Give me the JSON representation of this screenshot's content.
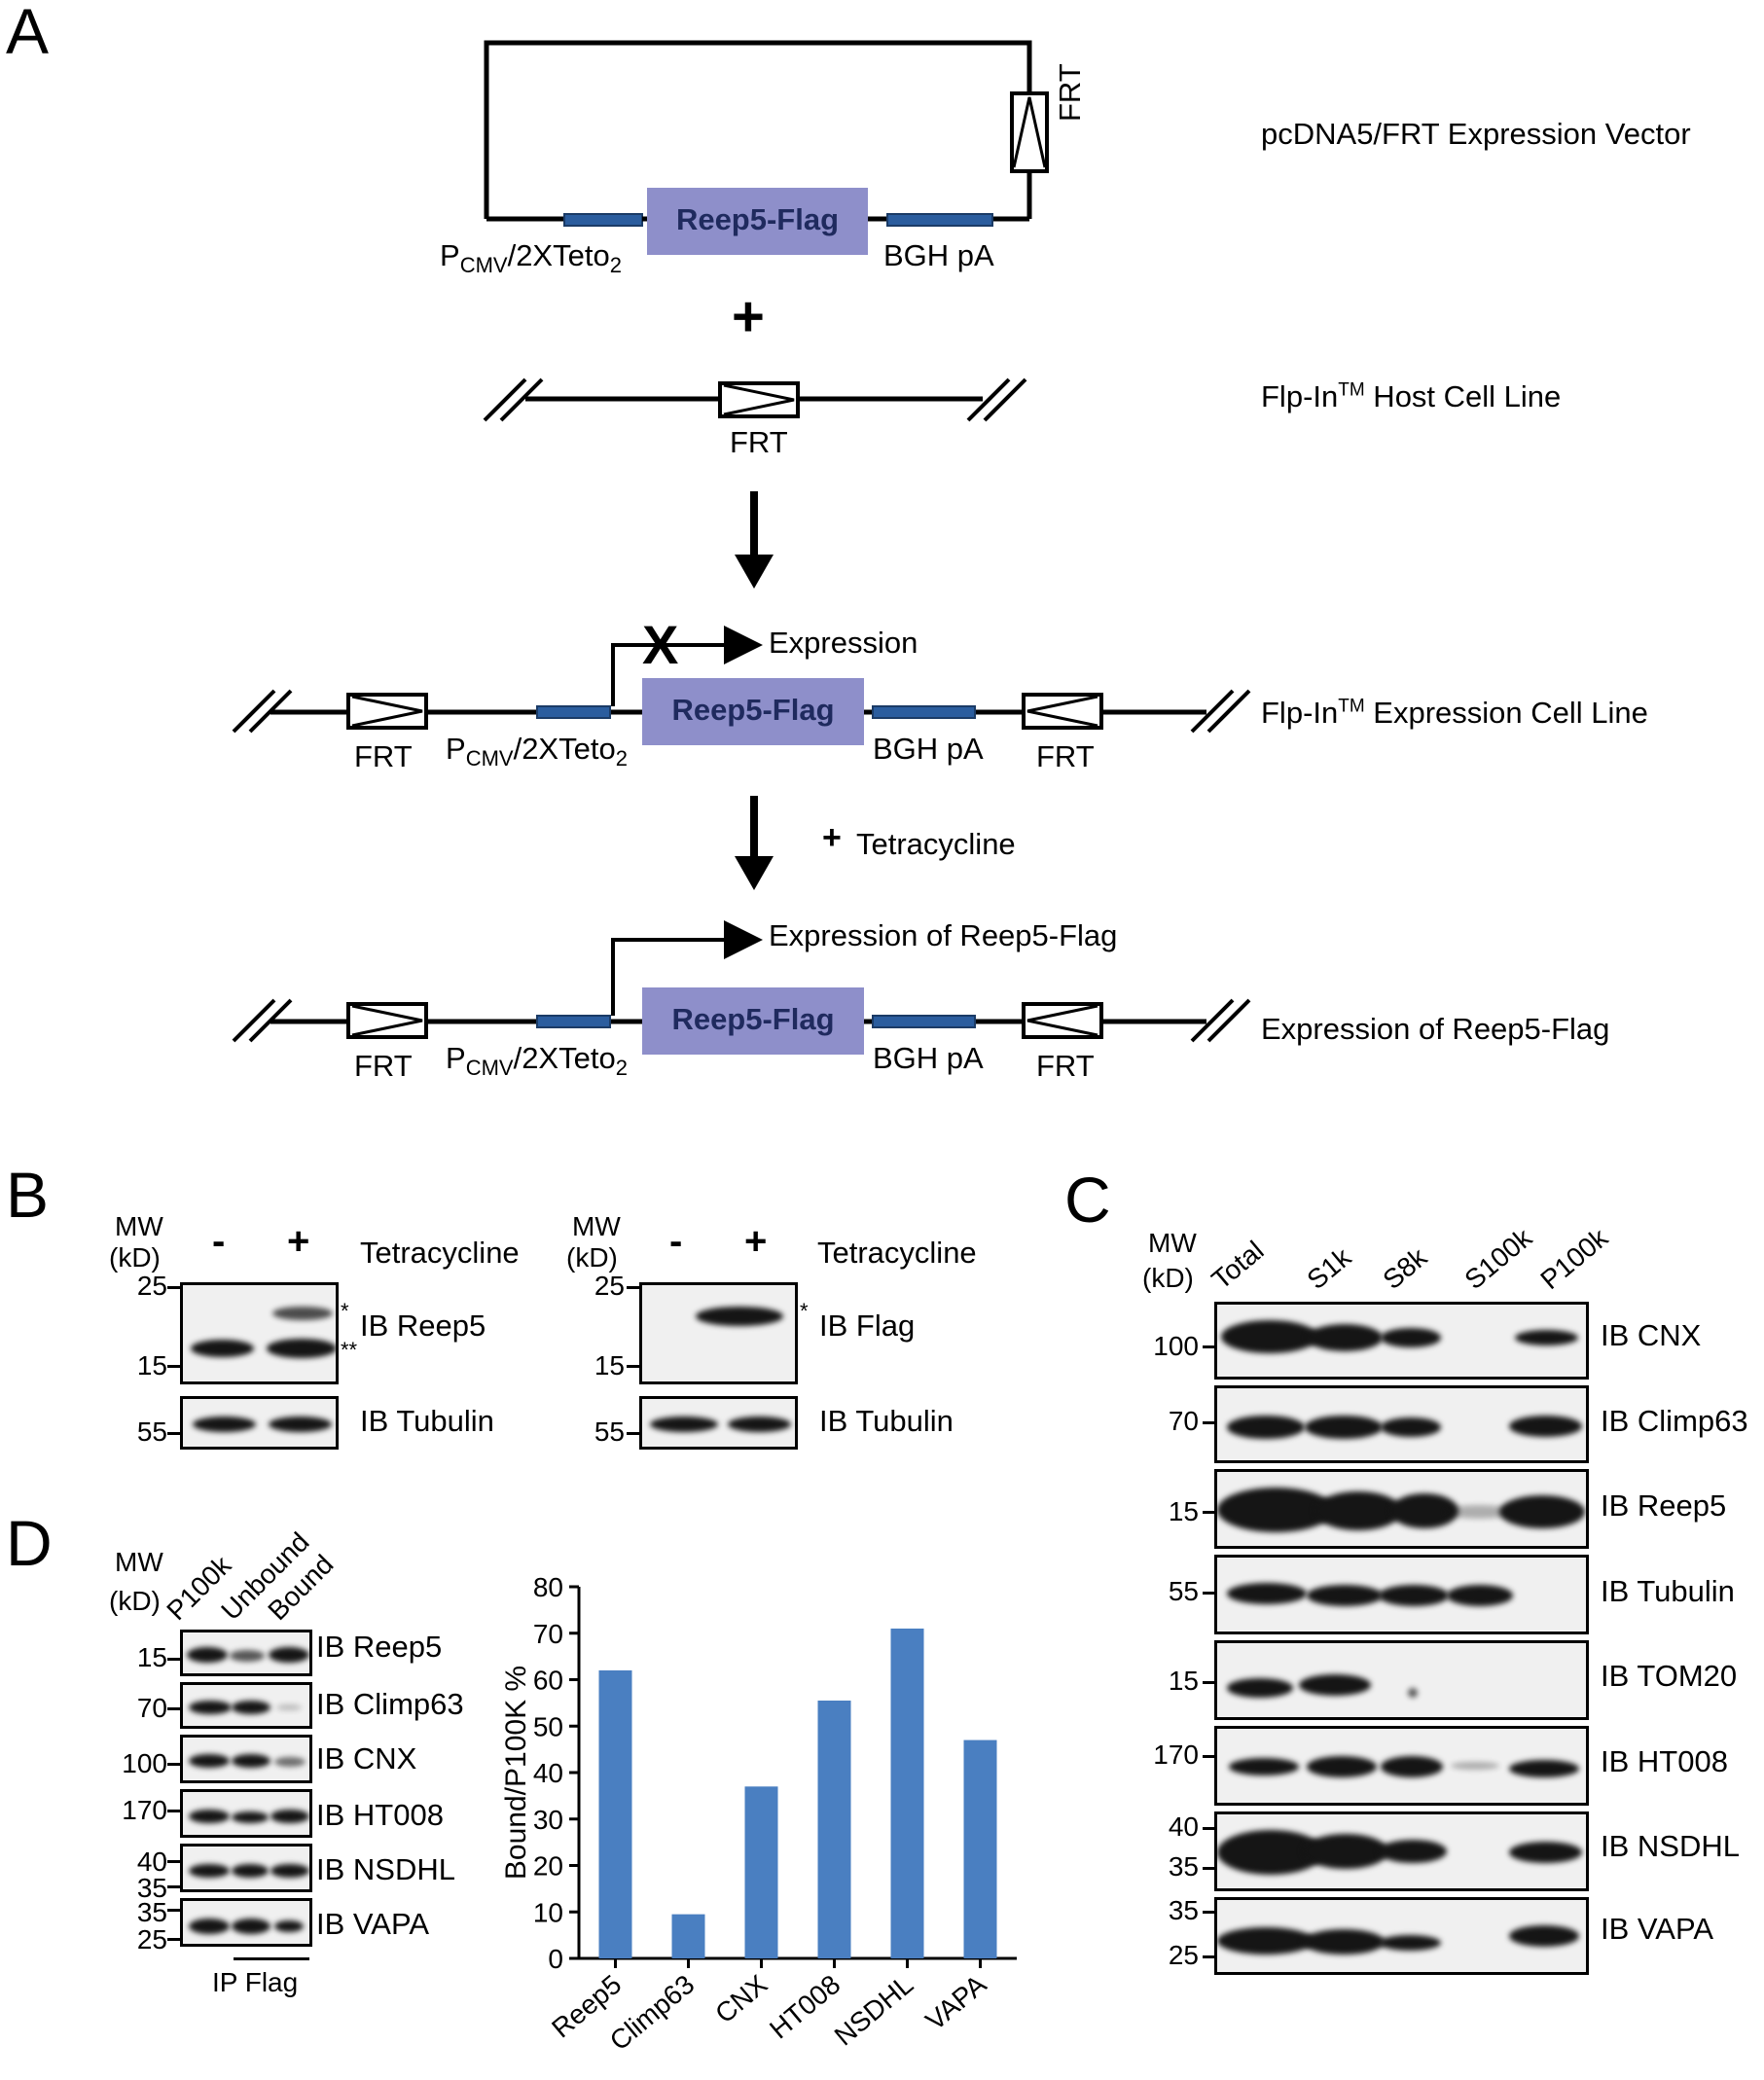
{
  "panel_letters": {
    "a": "A",
    "b": "B",
    "c": "C",
    "d": "D"
  },
  "panel_a": {
    "vector_label": "pcDNA5/FRT Expression Vector",
    "host_label_main": "Flp-In",
    "host_label_tm": "TM",
    "host_label_rest": " Host Cell Line",
    "exprline_label_main": "Flp-In",
    "exprline_label_tm": "TM",
    "exprline_label_rest": " Expression Cell Line",
    "final_label": "Expression of Reep5-Flag",
    "gene_label": "Reep5-Flag",
    "frt": "FRT",
    "promoter_p": "P",
    "promoter_sub": "CMV",
    "promoter_rest": "/2XTeto",
    "promoter_sub2": "2",
    "bgh": "BGH pA",
    "plus": "+",
    "x_mark": "X",
    "expression": "Expression",
    "tetracycline_plus": "+",
    "tetracycline": "Tetracycline",
    "expression_of": "Expression of Reep5-Flag"
  },
  "panel_b": {
    "mw_header": [
      "MW",
      "(kD)"
    ],
    "minus": "-",
    "plus": "+",
    "tetracycline": "Tetracycline",
    "left": {
      "mw_top": [
        "25",
        "15"
      ],
      "mw_bottom": [
        "55"
      ],
      "ib_top": "IB Reep5",
      "ib_bottom": "IB Tubulin",
      "star1": "*",
      "star2": "**"
    },
    "right": {
      "mw_top": [
        "25",
        "15"
      ],
      "mw_bottom": [
        "55"
      ],
      "ib_top": "IB Flag",
      "ib_bottom": "IB Tubulin",
      "star1": "*"
    }
  },
  "panel_c": {
    "mw_header": [
      "MW",
      "(kD)"
    ],
    "lanes": [
      "Total",
      "S1k",
      "S8k",
      "S100k",
      "P100k"
    ],
    "blots": [
      {
        "ib": "IB CNX",
        "mw": [
          "100"
        ]
      },
      {
        "ib": "IB Climp63",
        "mw": [
          "70"
        ]
      },
      {
        "ib": "IB Reep5",
        "mw": [
          "15"
        ]
      },
      {
        "ib": "IB Tubulin",
        "mw": [
          "55"
        ]
      },
      {
        "ib": "IB TOM20",
        "mw": [
          "15"
        ]
      },
      {
        "ib": "IB HT008",
        "mw": [
          "170"
        ]
      },
      {
        "ib": "IB NSDHL",
        "mw": [
          "40",
          "35"
        ]
      },
      {
        "ib": "IB VAPA",
        "mw": [
          "35",
          "25"
        ]
      }
    ]
  },
  "panel_d": {
    "mw_header": [
      "MW",
      "(kD)"
    ],
    "lanes": [
      "P100k",
      "Unbound",
      "Bound"
    ],
    "blots": [
      {
        "ib": "IB Reep5",
        "mw": [
          "15"
        ]
      },
      {
        "ib": "IB Climp63",
        "mw": [
          "70"
        ]
      },
      {
        "ib": "IB CNX",
        "mw": [
          "100"
        ]
      },
      {
        "ib": "IB HT008",
        "mw": [
          "170"
        ]
      },
      {
        "ib": "IB NSDHL",
        "mw": [
          "40",
          "35"
        ]
      },
      {
        "ib": "IB VAPA",
        "mw": [
          "35",
          "25"
        ]
      }
    ],
    "ip_label": "IP Flag"
  },
  "chart_data": {
    "type": "bar",
    "categories": [
      "Reep5",
      "Climp63",
      "CNX",
      "HT008",
      "NSDHL",
      "VAPA"
    ],
    "values": [
      62,
      9.5,
      37,
      55.5,
      71,
      47
    ],
    "ylabel": "Bound/P100K %",
    "ylim": [
      0,
      80
    ],
    "yticks": [
      "0",
      "10",
      "20",
      "30",
      "40",
      "50",
      "60",
      "70",
      "80"
    ],
    "bar_color": "#4a7fc1",
    "grid": false
  },
  "colors": {
    "gene_box": "#8e8fca",
    "gene_text": "#1f2a5e",
    "promoter": "#2b5d9e"
  }
}
